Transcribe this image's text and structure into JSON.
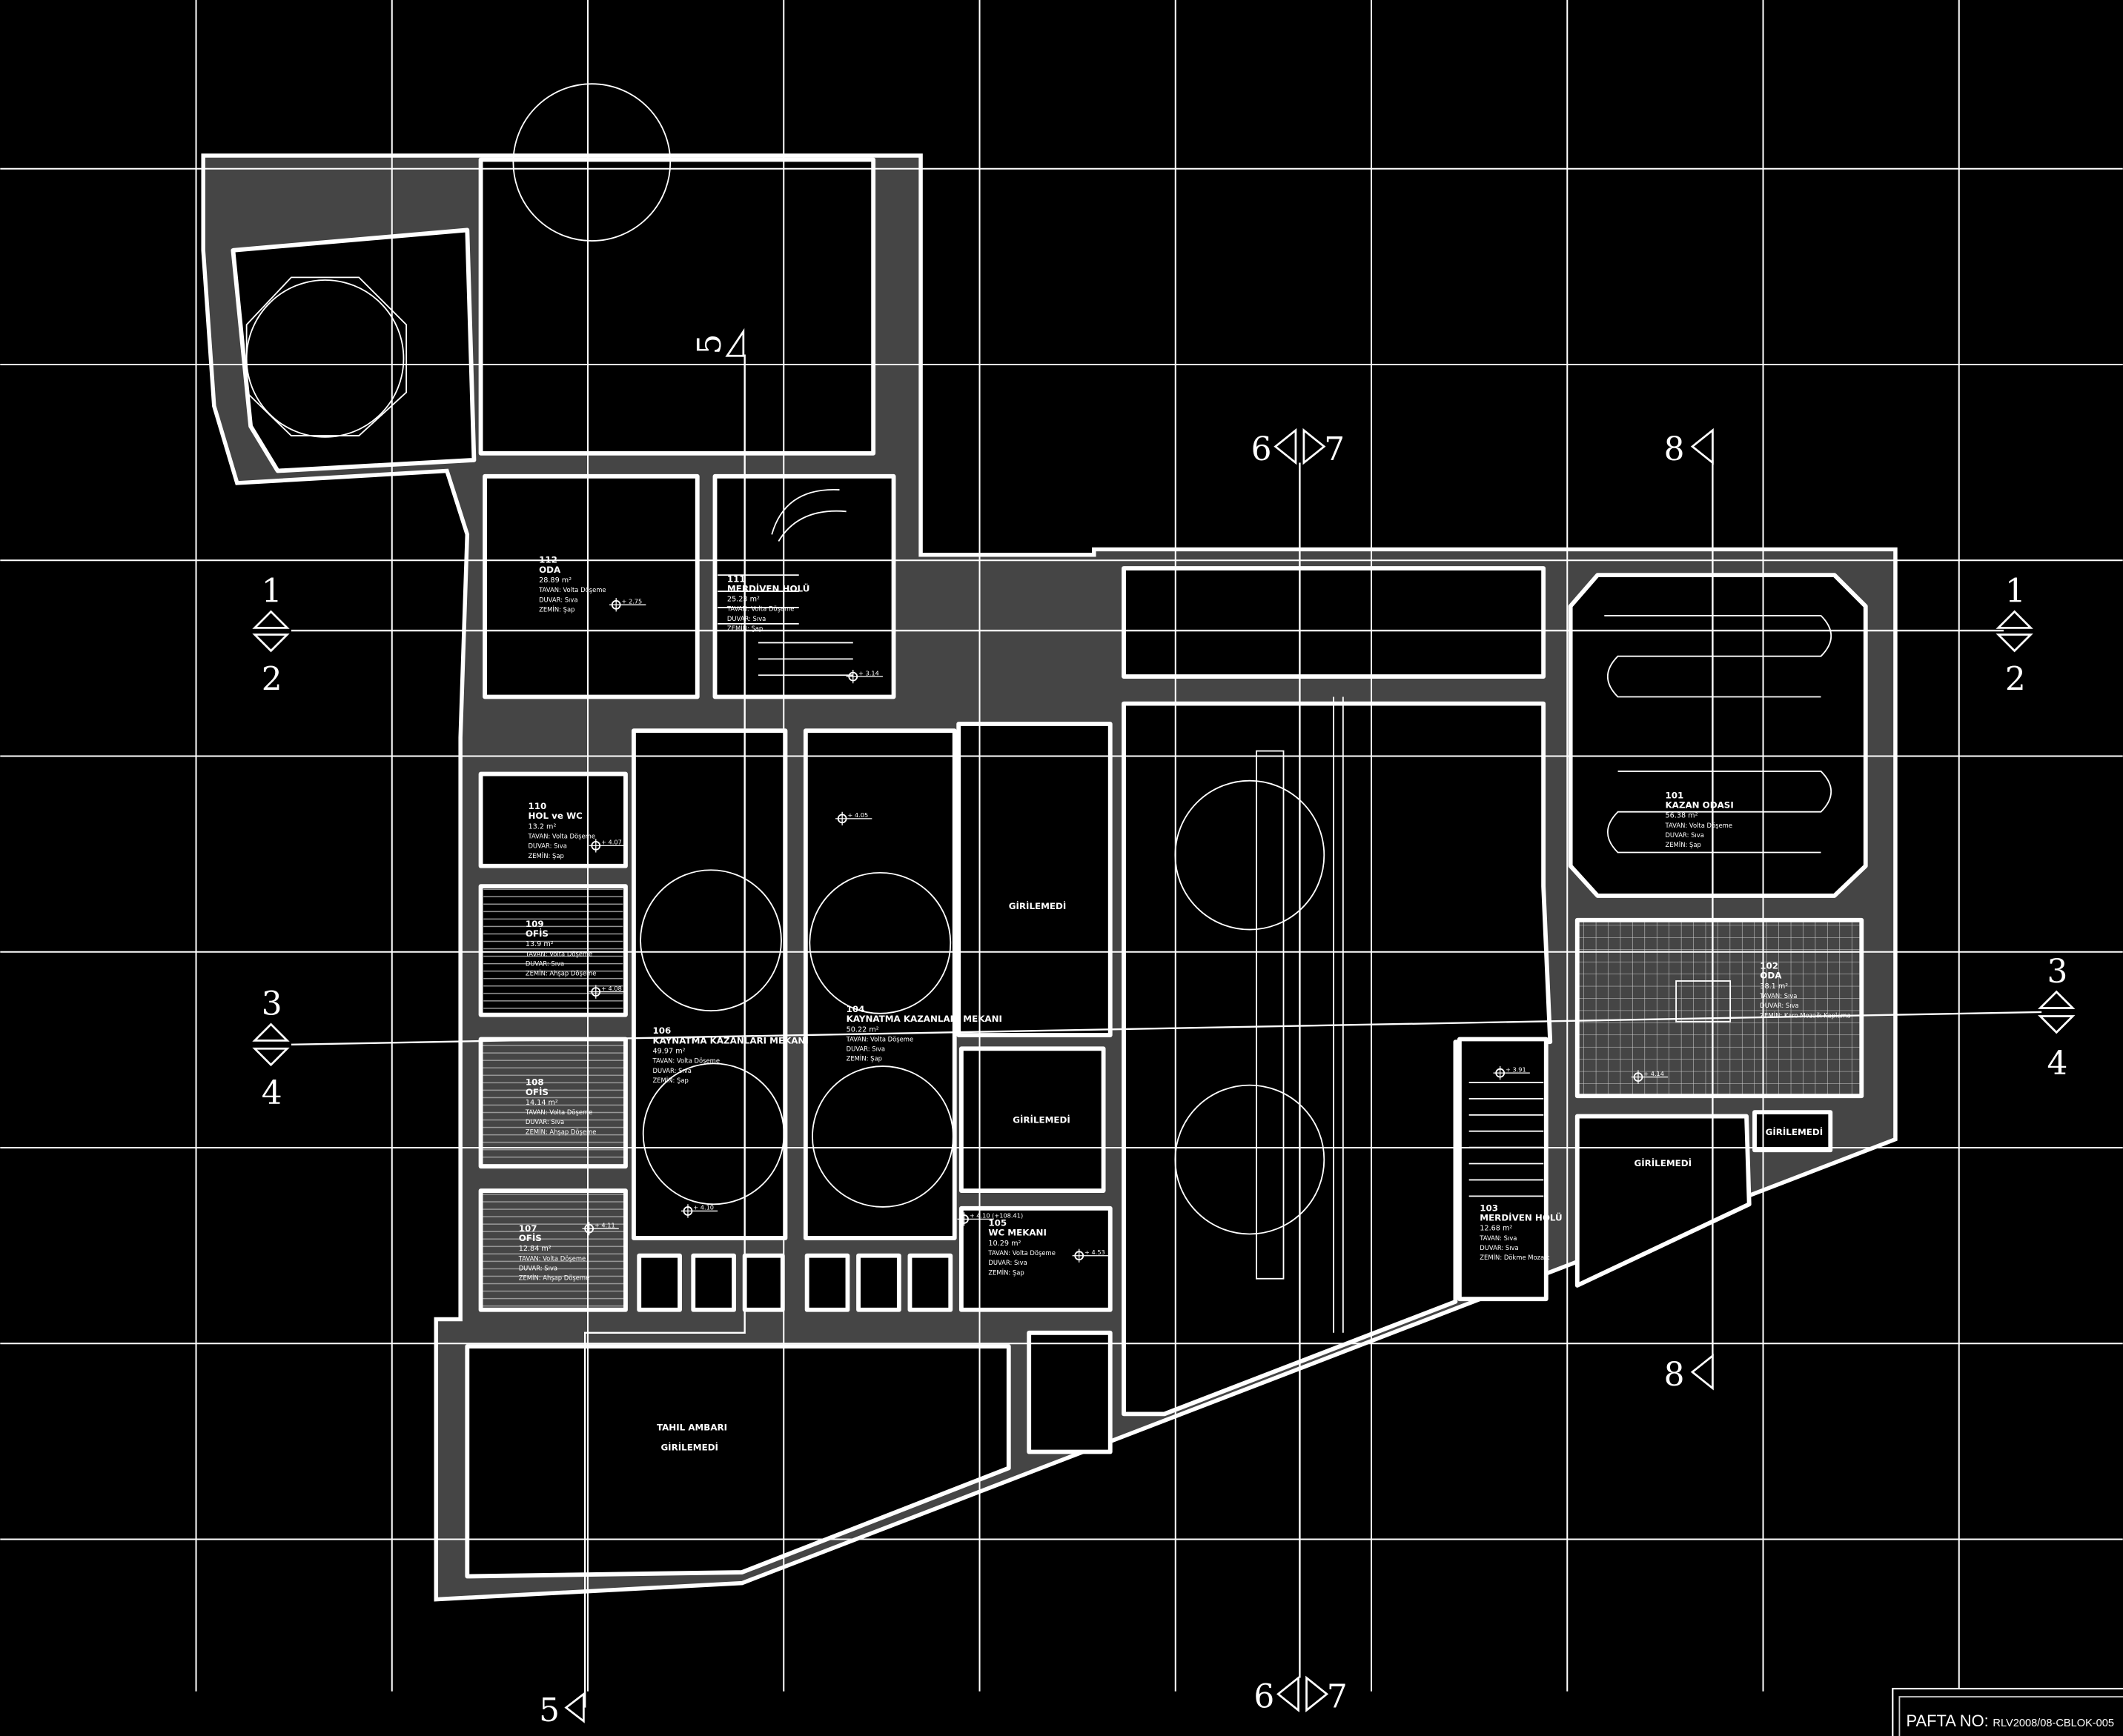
{
  "drawing": {
    "colors": {
      "background": "#000000",
      "wall_fill": "#454545",
      "line": "#ffffff"
    }
  },
  "rooms": [
    {
      "number": "112",
      "name": "ODA",
      "area": "28.89 m²",
      "ceiling": "TAVAN: Volta Döşeme",
      "wall": "DUVAR: Sıva",
      "floor": "ZEMİN: Şap"
    },
    {
      "number": "111",
      "name": "MERDİVEN HOLÜ",
      "area": "25.23 m²",
      "ceiling": "TAVAN: Volta Döşeme",
      "wall": "DUVAR: Sıva",
      "floor": "ZEMİN: Şap"
    },
    {
      "number": "110",
      "name": "HOL ve WC",
      "area": "13.2 m²",
      "ceiling": "TAVAN: Volta Döşeme",
      "wall": "DUVAR: Sıva",
      "floor": "ZEMİN: Şap"
    },
    {
      "number": "109",
      "name": "OFİS",
      "area": "13.9 m²",
      "ceiling": "TAVAN: Volta Döşeme",
      "wall": "DUVAR: Sıva",
      "floor": "ZEMİN: Ahşap Döşeme"
    },
    {
      "number": "108",
      "name": "OFİS",
      "area": "14.14 m²",
      "ceiling": "TAVAN: Volta Döşeme",
      "wall": "DUVAR: Sıva",
      "floor": "ZEMİN: Ahşap Döşeme"
    },
    {
      "number": "107",
      "name": "OFİS",
      "area": "12.84 m²",
      "ceiling": "TAVAN: Volta Döşeme",
      "wall": "DUVAR: Sıva",
      "floor": "ZEMİN: Ahşap Döşeme"
    },
    {
      "number": "106",
      "name": "KAYNATMA KAZANLARI MEKANI",
      "area": "49.97 m²",
      "ceiling": "TAVAN: Volta Döşeme",
      "wall": "DUVAR: Sıva",
      "floor": "ZEMİN: Şap"
    },
    {
      "number": "104",
      "name": "KAYNATMA KAZANLARI MEKANI",
      "area": "50.22 m²",
      "ceiling": "TAVAN: Volta Döşeme",
      "wall": "DUVAR: Sıva",
      "floor": "ZEMİN: Şap"
    },
    {
      "number": "105",
      "name": "WC MEKANI",
      "area": "10.29 m²",
      "ceiling": "TAVAN: Volta Döşeme",
      "wall": "DUVAR: Sıva",
      "floor": "ZEMİN: Şap"
    },
    {
      "number": "101",
      "name": "KAZAN ODASI",
      "area": "56.38 m²",
      "ceiling": "TAVAN: Volta Döşeme",
      "wall": "DUVAR: Sıva",
      "floor": "ZEMİN: Şap"
    },
    {
      "number": "102",
      "name": "ODA",
      "area": "38.1 m²",
      "ceiling": "TAVAN: Sıva",
      "wall": "DUVAR: Sıva",
      "floor": "ZEMİN: Karo Mozaik Kaplama"
    },
    {
      "number": "103",
      "name": "MERDİVEN HOLÜ",
      "area": "12.68 m²",
      "ceiling": "TAVAN: Sıva",
      "wall": "DUVAR: Sıva",
      "floor": "ZEMİN: Dökme Mozaik"
    }
  ],
  "unentered": {
    "label": "GİRİLEMEDİ",
    "granary": "TAHIL AMBARI"
  },
  "elevations": [
    "+ 2.75",
    "+ 3.14",
    "+ 4.07",
    "+ 4.05",
    "+ 4.08",
    "+ 4.11",
    "+ 4.10",
    "+ 4.10 (+108.41)",
    "+ 4.53",
    "+ 3.91",
    "+ 4.14"
  ],
  "sections": {
    "s1": "1",
    "s2": "2",
    "s3": "3",
    "s4": "4",
    "s5": "5",
    "s6": "6",
    "s7": "7",
    "s8": "8"
  },
  "title_block": {
    "label": "PAFTA NO:",
    "value": "RLV2008/08-CBLOK-005"
  }
}
